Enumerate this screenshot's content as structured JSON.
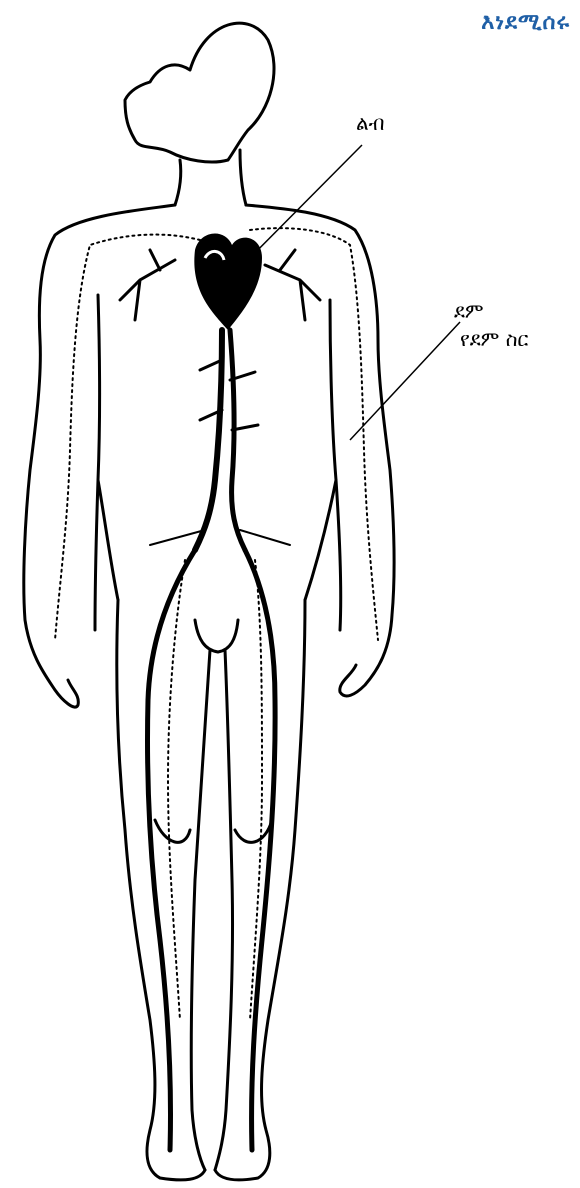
{
  "title": "እነደሚሰሩ",
  "labels": {
    "heart": "ልብ",
    "blood": "ደም",
    "blood_vessel": "የደም ስር"
  },
  "colors": {
    "title": "#1f5fa6",
    "outline": "#000000",
    "vessel": "#000000"
  }
}
